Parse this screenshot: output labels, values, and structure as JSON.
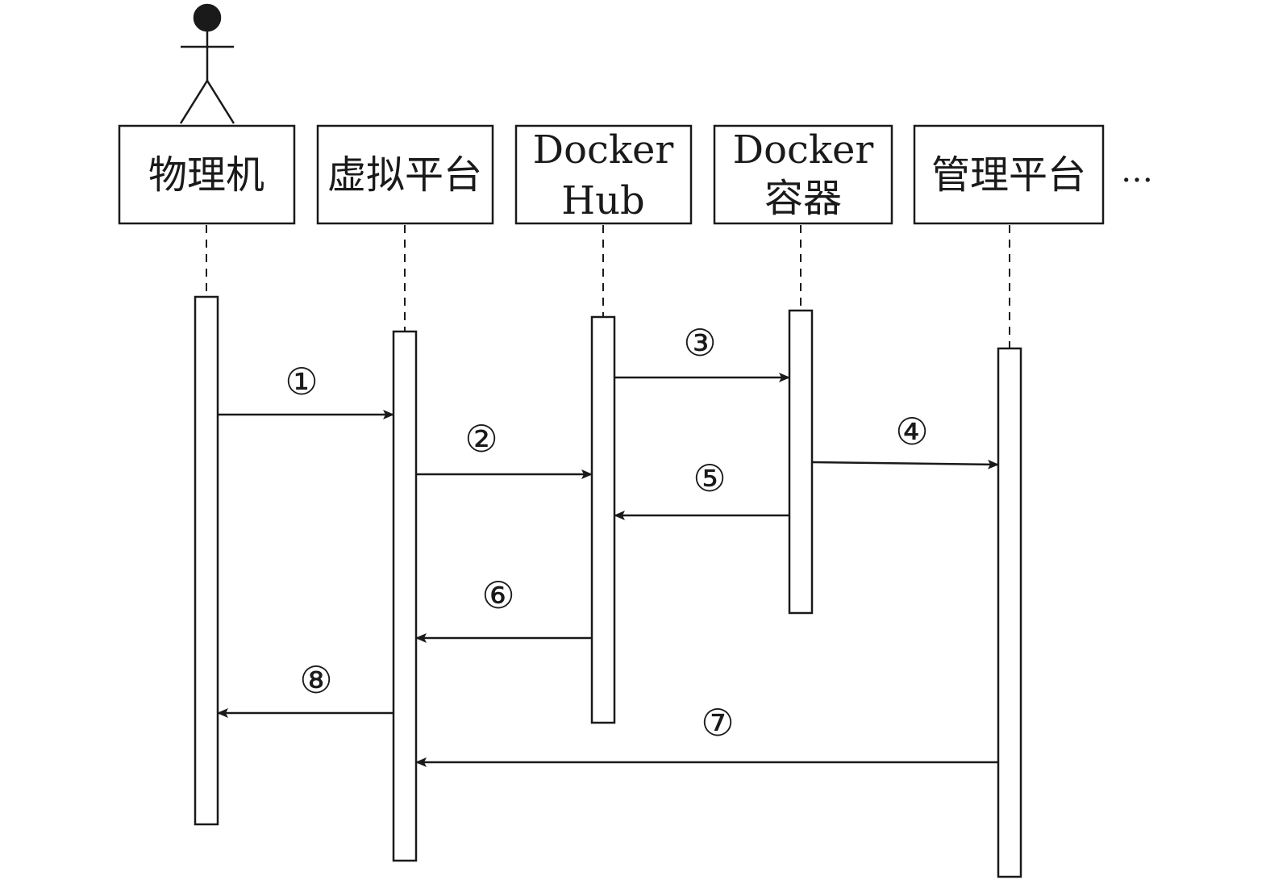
{
  "participants": [
    {
      "id": "physical",
      "label_lines": [
        "物理机"
      ]
    },
    {
      "id": "virtual",
      "label_lines": [
        "虚拟平台"
      ]
    },
    {
      "id": "hub",
      "label_lines": [
        "Docker",
        "Hub"
      ]
    },
    {
      "id": "container",
      "label_lines": [
        "Docker",
        "容器"
      ]
    },
    {
      "id": "mgmt",
      "label_lines": [
        "管理平台"
      ]
    }
  ],
  "more_indicator": "…",
  "actor": {
    "icon": "actor-stick-figure-icon",
    "attached_to": "physical"
  },
  "messages": [
    {
      "label": "①",
      "from": "physical",
      "to": "virtual"
    },
    {
      "label": "②",
      "from": "virtual",
      "to": "hub"
    },
    {
      "label": "③",
      "from": "hub",
      "to": "container"
    },
    {
      "label": "④",
      "from": "container",
      "to": "mgmt"
    },
    {
      "label": "⑤",
      "from": "container",
      "to": "hub"
    },
    {
      "label": "⑥",
      "from": "hub",
      "to": "virtual"
    },
    {
      "label": "⑦",
      "from": "mgmt",
      "to": "virtual"
    },
    {
      "label": "⑧",
      "from": "virtual",
      "to": "physical"
    }
  ],
  "colors": {
    "stroke": "#1a1a1a",
    "background": "#ffffff"
  }
}
